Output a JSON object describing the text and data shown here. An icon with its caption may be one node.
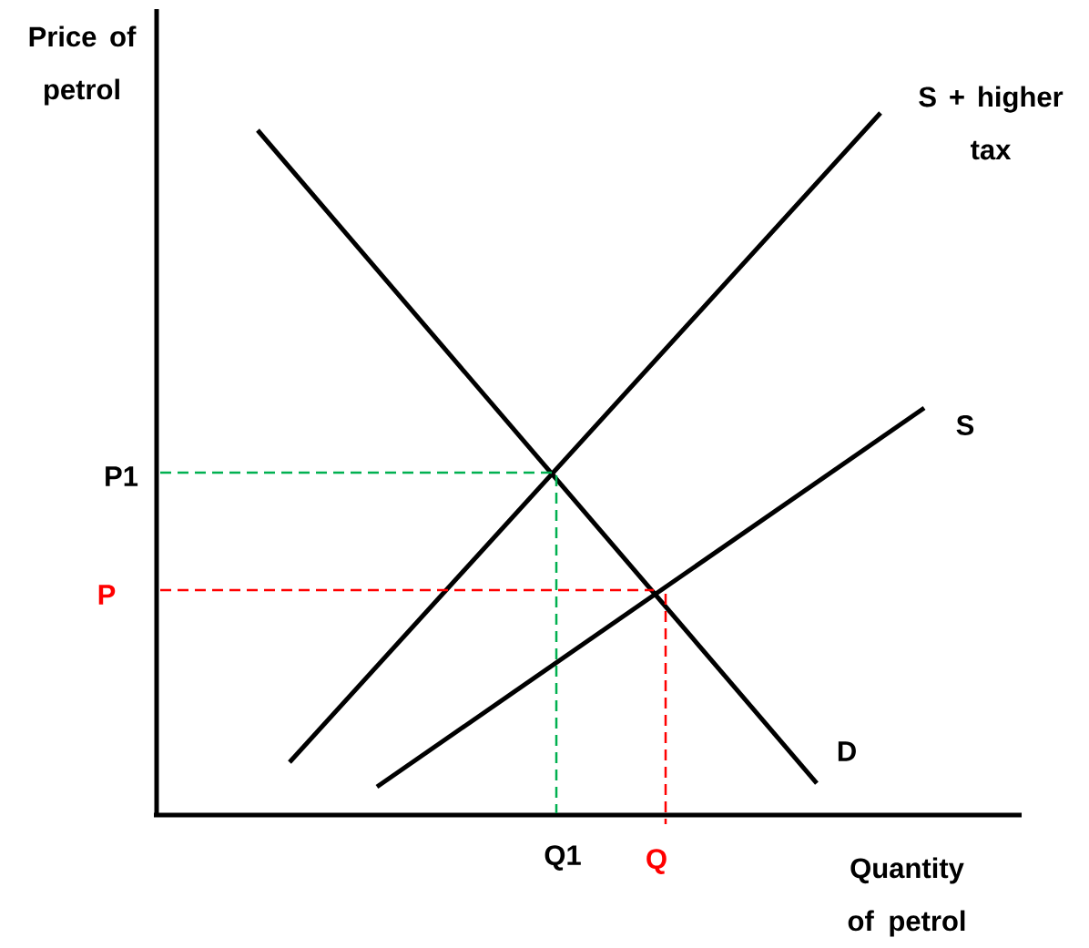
{
  "diagram": {
    "labels": [
      "Price of petrol",
      "S + higher tax",
      "S",
      "P1",
      "P",
      "D",
      "Q1",
      "Q",
      "Quantity of petrol"
    ]
  }
}
